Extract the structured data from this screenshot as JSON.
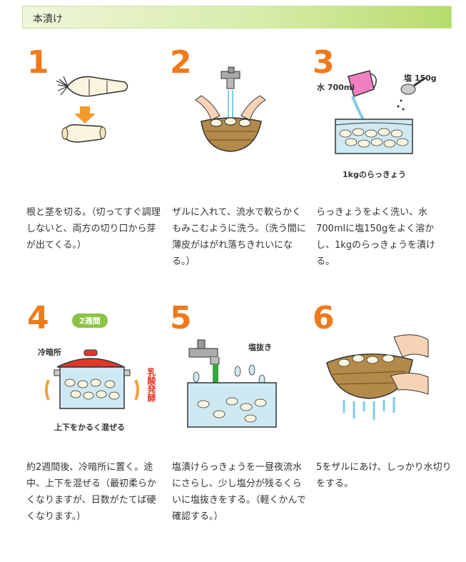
{
  "section": {
    "title": "本漬け"
  },
  "steps": [
    {
      "num": "1",
      "text": "根と茎を切る。（切ってすぐ調理しないと、両方の切り口から芽が出てくる。）"
    },
    {
      "num": "2",
      "text": "ザルに入れて、流水で軟らかくもみこむように洗う。（洗う間に薄皮がはがれ落ちきれいになる。）"
    },
    {
      "num": "3",
      "text": "らっきょうをよく洗い、水700mlに塩150gをよく溶かし、1kgのらっきょうを漬ける。",
      "labels": {
        "water": "水 700ml",
        "salt": "塩 150g",
        "rakkyo": "1kgのらっきょう"
      }
    },
    {
      "num": "4",
      "text": "約2週間後、冷暗所に置く。途中、上下を混ぜる（最初柔らかくなりますが、日数がたてば硬くなります。）",
      "labels": {
        "badge": "2週間",
        "place": "冷暗所",
        "ferment": "乳酸発酵",
        "mix": "上下をかるく混ぜる"
      }
    },
    {
      "num": "5",
      "text": "塩漬けらっきょうを一昼夜流水にさらし、少し塩分が残るくらいに塩抜きをする。（軽くかんで確認する。）",
      "labels": {
        "desalt": "塩抜き"
      }
    },
    {
      "num": "6",
      "text": "5をザルにあけ、しっかり水切りをする。"
    }
  ],
  "colors": {
    "accent_orange": "#f07a1a",
    "header_green": "#b7dc6c",
    "label_red": "#e2382c",
    "badge_green": "#8ac443"
  }
}
